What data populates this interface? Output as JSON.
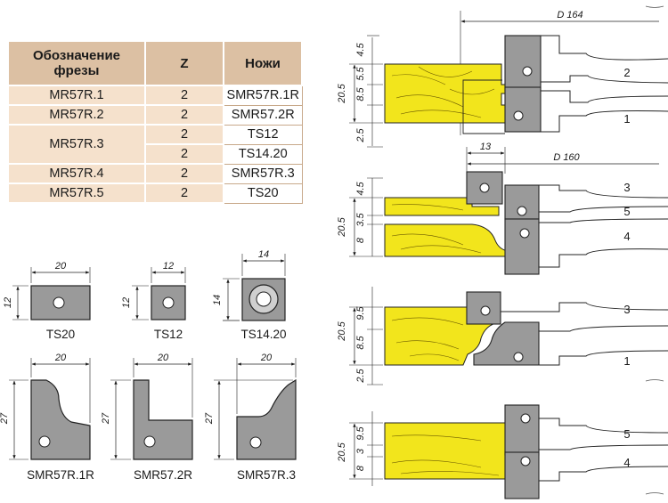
{
  "table": {
    "headers": [
      "Обозначение фрезы",
      "Z",
      "Ножи"
    ],
    "rows": [
      {
        "designation": "MR57R.1",
        "z": "2",
        "knife": "SMR57R.1R"
      },
      {
        "designation": "MR57R.2",
        "z": "2",
        "knife": "SMR57.2R"
      },
      {
        "designation": "MR57R.3",
        "z": "2",
        "knife": "TS12"
      },
      {
        "designation": "",
        "z": "2",
        "knife": "TS14.20"
      },
      {
        "designation": "MR57R.4",
        "z": "2",
        "knife": "SMR57R.3"
      },
      {
        "designation": "MR57R.5",
        "z": "2",
        "knife": "TS20"
      }
    ]
  },
  "knives": [
    {
      "name": "TS20",
      "width": "20",
      "height": "12"
    },
    {
      "name": "TS12",
      "width": "12",
      "height": "12"
    },
    {
      "name": "TS14.20",
      "width": "14",
      "height": "14"
    },
    {
      "name": "SMR57R.1R",
      "width": "20",
      "height": "27"
    },
    {
      "name": "SMR57.2R",
      "width": "20",
      "height": "27"
    },
    {
      "name": "SMR57R.3",
      "width": "20",
      "height": "27"
    }
  ],
  "assemblies": [
    {
      "diameter": "D 164",
      "total": "20.5",
      "dims": [
        "4.5",
        "5.5",
        "8.5",
        "2.5"
      ],
      "parts": [
        "2",
        "1"
      ]
    },
    {
      "diameter": "D 160",
      "offset": "13",
      "total": "20.5",
      "dims": [
        "4.5",
        "3.5",
        "8"
      ],
      "parts": [
        "3",
        "5",
        "4"
      ]
    },
    {
      "total": "20.5",
      "dims": [
        "9.5",
        "8.5",
        "2.5"
      ],
      "parts": [
        "3",
        "1"
      ]
    },
    {
      "total": "20.5",
      "dims": [
        "9.5",
        "3",
        "8"
      ],
      "parts": [
        "5",
        "4"
      ]
    }
  ],
  "colors": {
    "wood": "#f2e51c",
    "steel": "#9a9a9a",
    "header": "#dcc0a3",
    "row": "#f5e1cc"
  }
}
